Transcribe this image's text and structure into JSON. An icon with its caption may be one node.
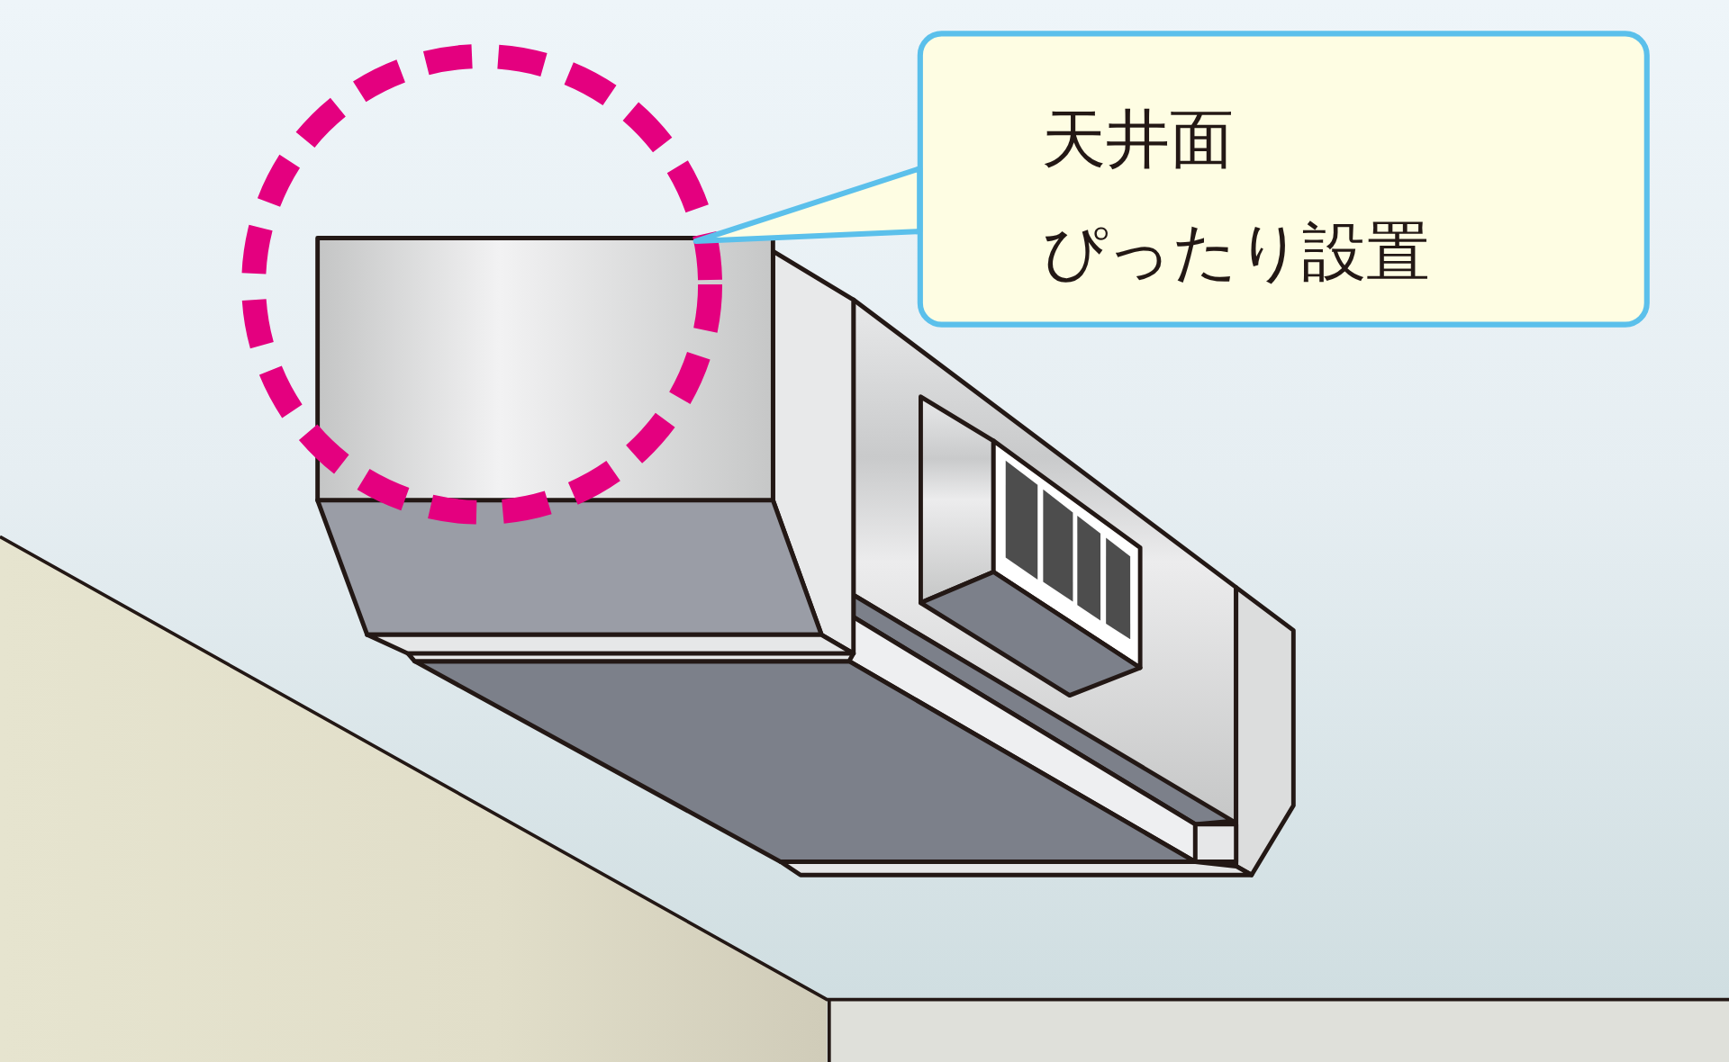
{
  "diagram": {
    "nodes": [
      {
        "text": [
          "天井面",
          "ぴったり設置"
        ]
      },
      {
        "text": [],
        "shape": "circle"
      }
    ],
    "edges": [
      {
        "from": 0,
        "to": 1,
        "arrow": "none"
      }
    ]
  }
}
